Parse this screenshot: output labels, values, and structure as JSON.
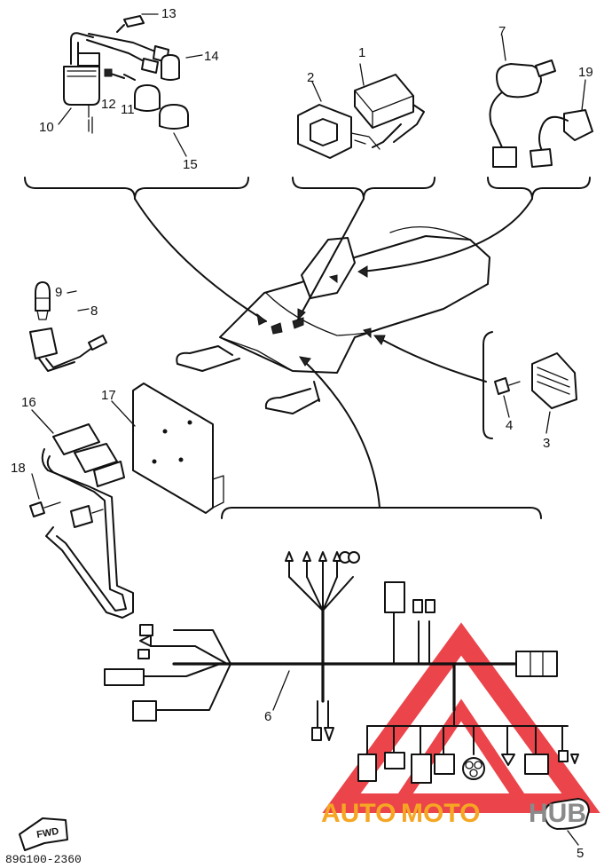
{
  "diagram": {
    "part_numbers": {
      "p1": "1",
      "p2": "2",
      "p3": "3",
      "p4": "4",
      "p5": "5",
      "p6": "6",
      "p7": "7",
      "p8": "8",
      "p9": "9",
      "p10": "10",
      "p11": "11",
      "p12": "12",
      "p13": "13",
      "p14": "14",
      "p15": "15",
      "p16": "16",
      "p17": "17",
      "p18": "18",
      "p19": "19"
    },
    "fwd_label": "FWD",
    "drawing_code": "89G100-2360"
  },
  "watermark": {
    "auto": "AUTO",
    "moto": "MOTO",
    "hub": "HUB",
    "colors": {
      "red": "#e8242b",
      "orange": "#f5a623",
      "gray": "#8a8a8a"
    }
  }
}
